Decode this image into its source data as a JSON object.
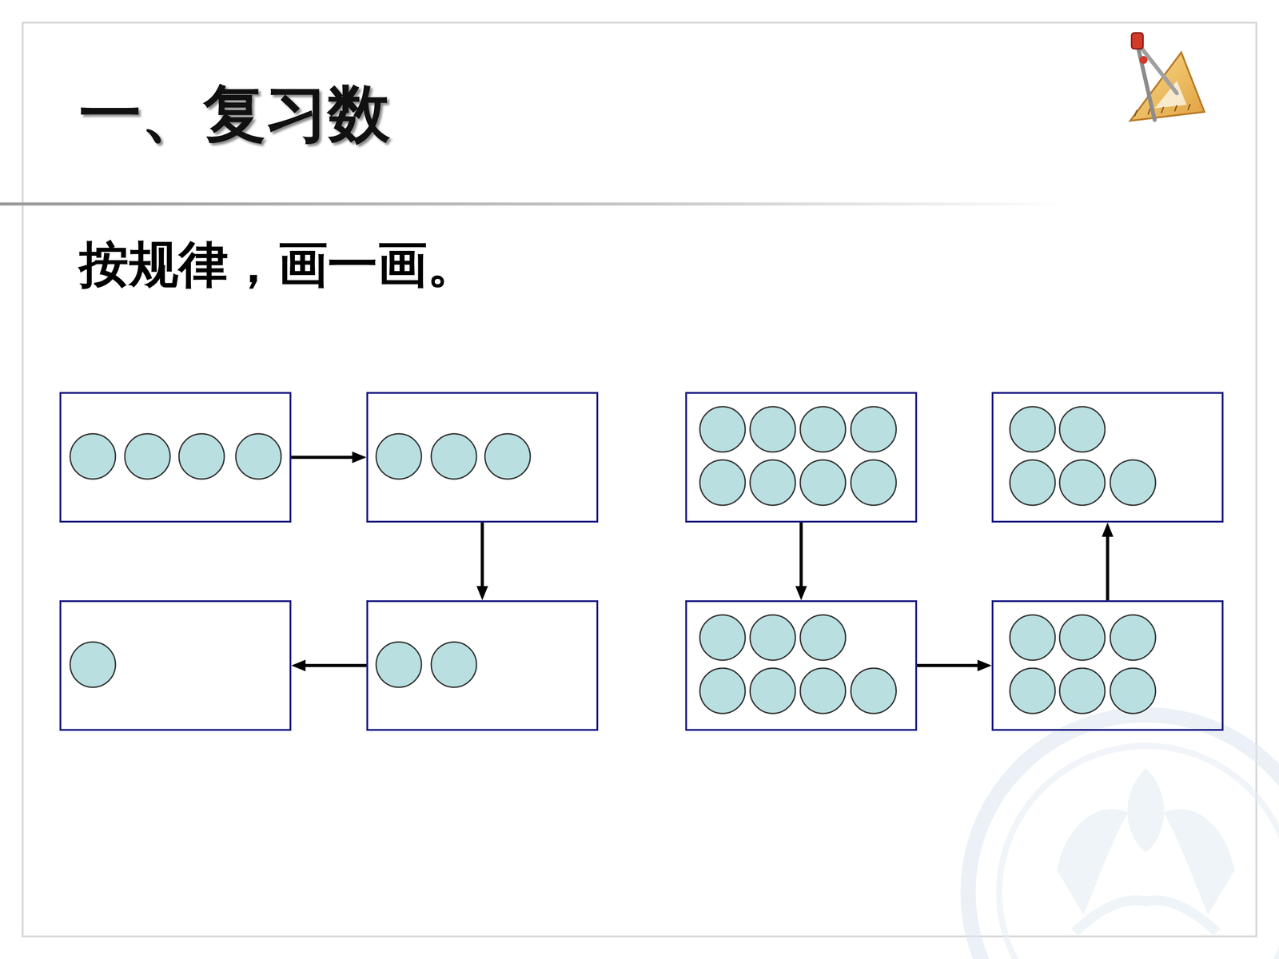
{
  "diagram": {
    "title": "一、复习数",
    "nodes": [
      {
        "text": []
      },
      {
        "text": []
      },
      {
        "text": []
      },
      {
        "text": []
      },
      {
        "text": []
      },
      {
        "text": []
      },
      {
        "text": []
      },
      {
        "text": []
      }
    ],
    "edges": [
      {
        "from": 0,
        "to": 1,
        "arrow": "to"
      },
      {
        "from": 1,
        "to": 5,
        "arrow": "to"
      },
      {
        "from": 5,
        "to": 4,
        "arrow": "to"
      },
      {
        "from": 2,
        "to": 6,
        "arrow": "to"
      },
      {
        "from": 6,
        "to": 7,
        "arrow": "to"
      },
      {
        "from": 7,
        "to": 3,
        "arrow": "to"
      }
    ],
    "labels": [
      "按规律，画一画。"
    ]
  }
}
